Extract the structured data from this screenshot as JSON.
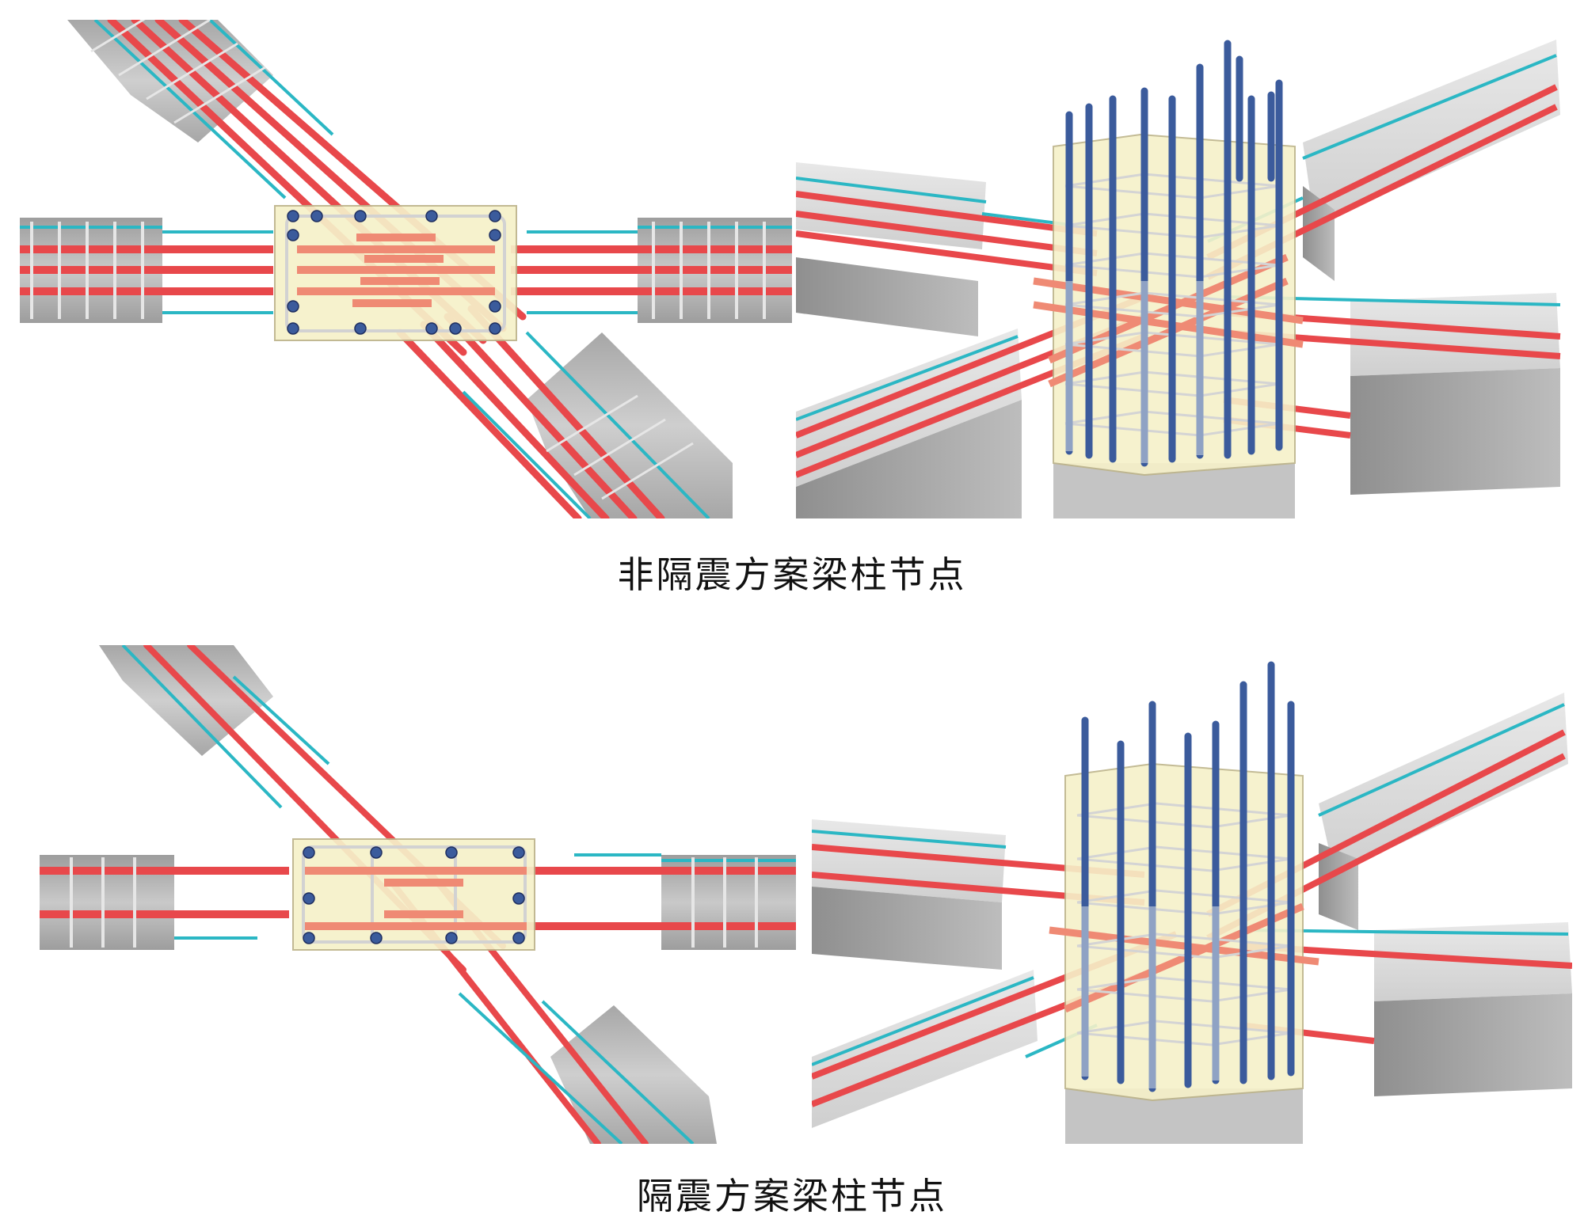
{
  "captions": {
    "top": "非隔震方案梁柱节点",
    "bottom": "隔震方案梁柱节点"
  },
  "colors": {
    "rebar_main": "#e8484b",
    "rebar_light": "#ef8a74",
    "rebar_top": "#2bb7c4",
    "stirrup": "#cfcfcf",
    "column_bar": "#3b5b9c",
    "joint_fill": "#f6f1c9",
    "beam_concrete": "#b9b9b9"
  },
  "icons": [
    "plan-view-joint-diagram",
    "isometric-joint-diagram"
  ]
}
